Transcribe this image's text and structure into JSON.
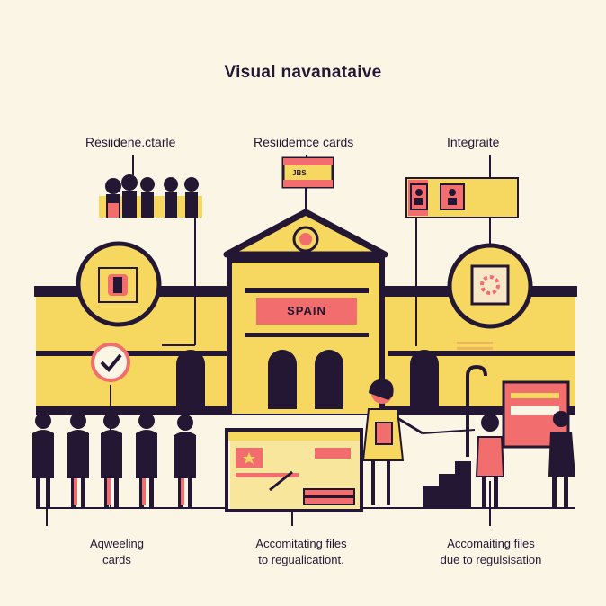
{
  "title": "Visual navanataive",
  "labels_top": {
    "left": "Resiidene.ctarle",
    "center": "Resiidemce cards",
    "right": "Integraite"
  },
  "building": {
    "sign": "SPAIN",
    "flag_mark": "JBS"
  },
  "labels_bottom": {
    "left_line1": "Aqweeling",
    "left_line2": "cards",
    "center_line1": "Accomitating files",
    "center_line2": "to regualicationt.",
    "right_line1": "Accomaiting files",
    "right_line2": "due to regulsisation"
  },
  "colors": {
    "background": "#fbf5e6",
    "yellow": "#f6d860",
    "dark": "#241734",
    "pink": "#f26d6d",
    "coral": "#ee5a5a"
  }
}
